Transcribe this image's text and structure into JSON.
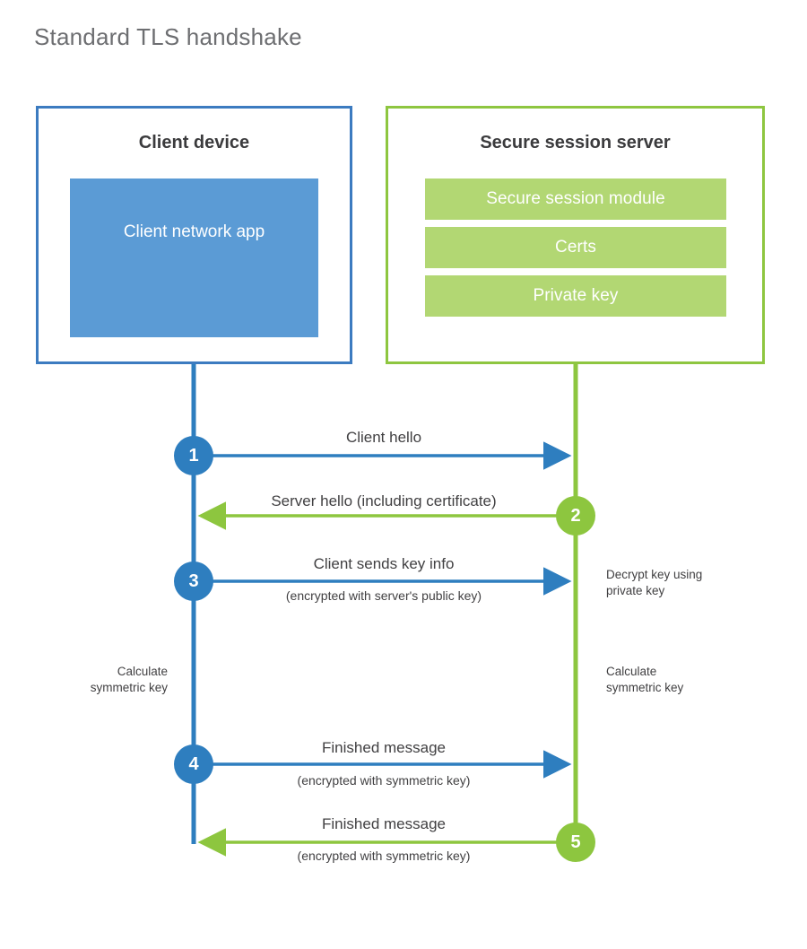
{
  "page": {
    "title": "Standard TLS handshake",
    "background": "#ffffff"
  },
  "colors": {
    "client_border": "#3c7bc0",
    "client_fill": "#5b9bd5",
    "client_accent": "#2e7ebf",
    "server_border": "#8ec640",
    "server_fill": "#b2d773",
    "server_accent": "#8dc63f",
    "title_text": "#6d6e71",
    "body_text": "#414042"
  },
  "client": {
    "title": "Client device",
    "app_label": "Client network app"
  },
  "server": {
    "title": "Secure session server",
    "bars": [
      {
        "label": "Secure session module"
      },
      {
        "label": "Certs"
      },
      {
        "label": "Private key"
      }
    ]
  },
  "steps": [
    {
      "number": "1",
      "side": "client",
      "direction": "client-to-server",
      "label": "Client hello",
      "sublabel": ""
    },
    {
      "number": "2",
      "side": "server",
      "direction": "server-to-client",
      "label": "Server hello (including certificate)",
      "sublabel": ""
    },
    {
      "number": "3",
      "side": "client",
      "direction": "client-to-server",
      "label": "Client sends key info",
      "sublabel": "(encrypted with server's public key)"
    },
    {
      "number": "4",
      "side": "client",
      "direction": "client-to-server",
      "label": "Finished message",
      "sublabel": "(encrypted with symmetric key)"
    },
    {
      "number": "5",
      "side": "server",
      "direction": "server-to-client",
      "label": "Finished message",
      "sublabel": "(encrypted with symmetric key)"
    }
  ],
  "notes": {
    "decrypt_key": "Decrypt key using\nprivate key",
    "calculate_symmetric_key_client": "Calculate\nsymmetric key",
    "calculate_symmetric_key_server": "Calculate\nsymmetric key"
  }
}
